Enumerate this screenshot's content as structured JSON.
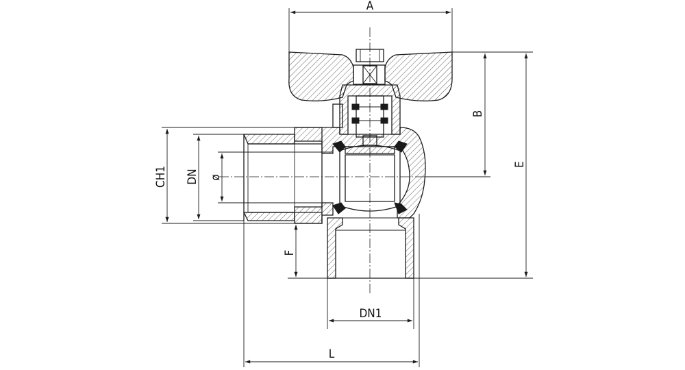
{
  "labels": {
    "A": "A",
    "B": "B",
    "E": "E",
    "CH1": "CH1",
    "DN": "DN",
    "dia": "ø",
    "F": "F",
    "DN1": "DN1",
    "L": "L"
  }
}
